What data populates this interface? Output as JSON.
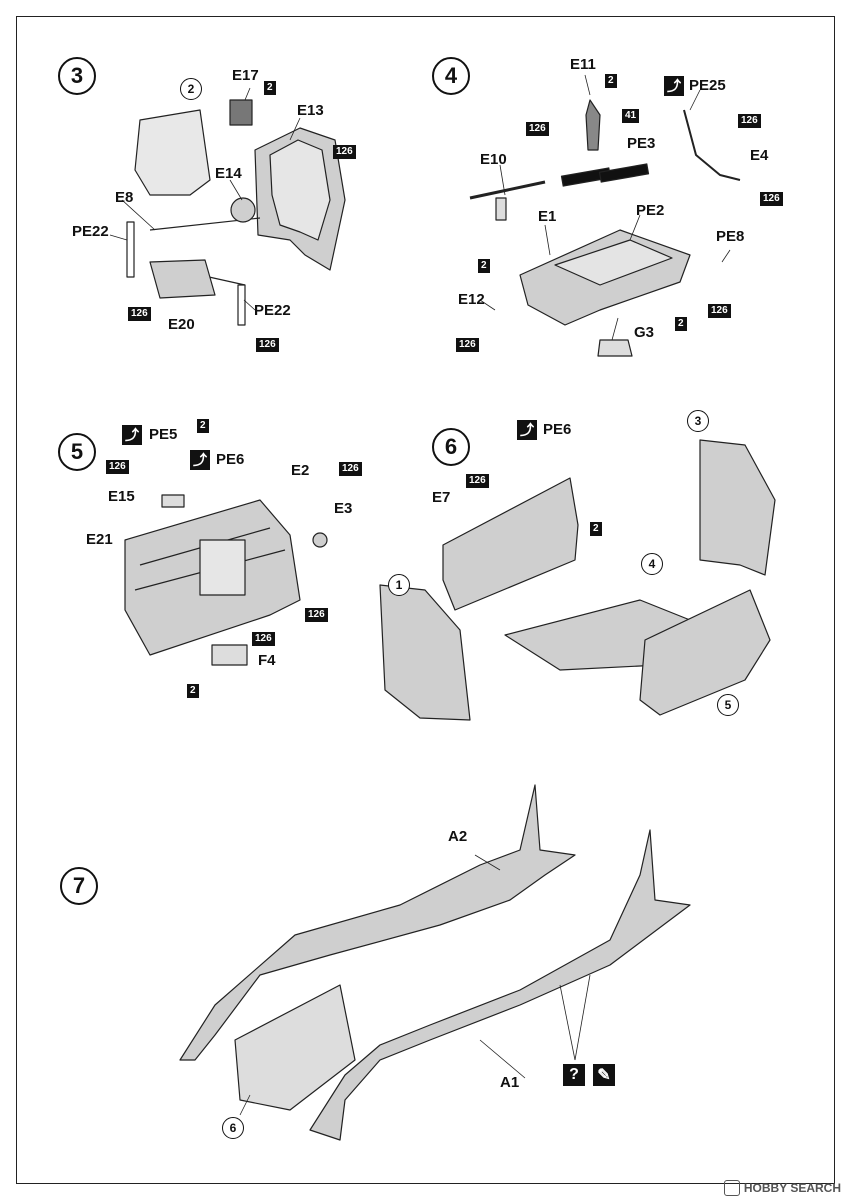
{
  "steps": [
    {
      "number": "3",
      "labels": [
        "E17",
        "E13",
        "E14",
        "E8",
        "PE22",
        "PE22",
        "E20"
      ],
      "sub_assembly": "2",
      "badges": [
        "2",
        "126",
        "126",
        "126"
      ]
    },
    {
      "number": "4",
      "labels": [
        "E11",
        "PE25",
        "E10",
        "PE3",
        "E4",
        "E1",
        "PE2",
        "PE8",
        "E12",
        "G3"
      ],
      "badges": [
        "2",
        "41",
        "126",
        "126",
        "126",
        "2",
        "126",
        "126",
        "2"
      ]
    },
    {
      "number": "5",
      "labels": [
        "PE5",
        "PE6",
        "E2",
        "E15",
        "E3",
        "E21",
        "F4"
      ],
      "badges": [
        "2",
        "126",
        "126",
        "126",
        "2",
        "126"
      ]
    },
    {
      "number": "6",
      "labels": [
        "PE6",
        "E7"
      ],
      "sub_assemblies": [
        "3",
        "4",
        "1",
        "5"
      ],
      "badges": [
        "126",
        "2"
      ]
    },
    {
      "number": "7",
      "labels": [
        "A2",
        "A1"
      ],
      "sub_assemblies": [
        "6"
      ],
      "icons": [
        "?",
        "pencil-icon"
      ]
    }
  ],
  "watermark": "HOBBY SEARCH",
  "colors": {
    "line": "#222222",
    "fill": "#cfcfcf",
    "badge": "#111111"
  }
}
